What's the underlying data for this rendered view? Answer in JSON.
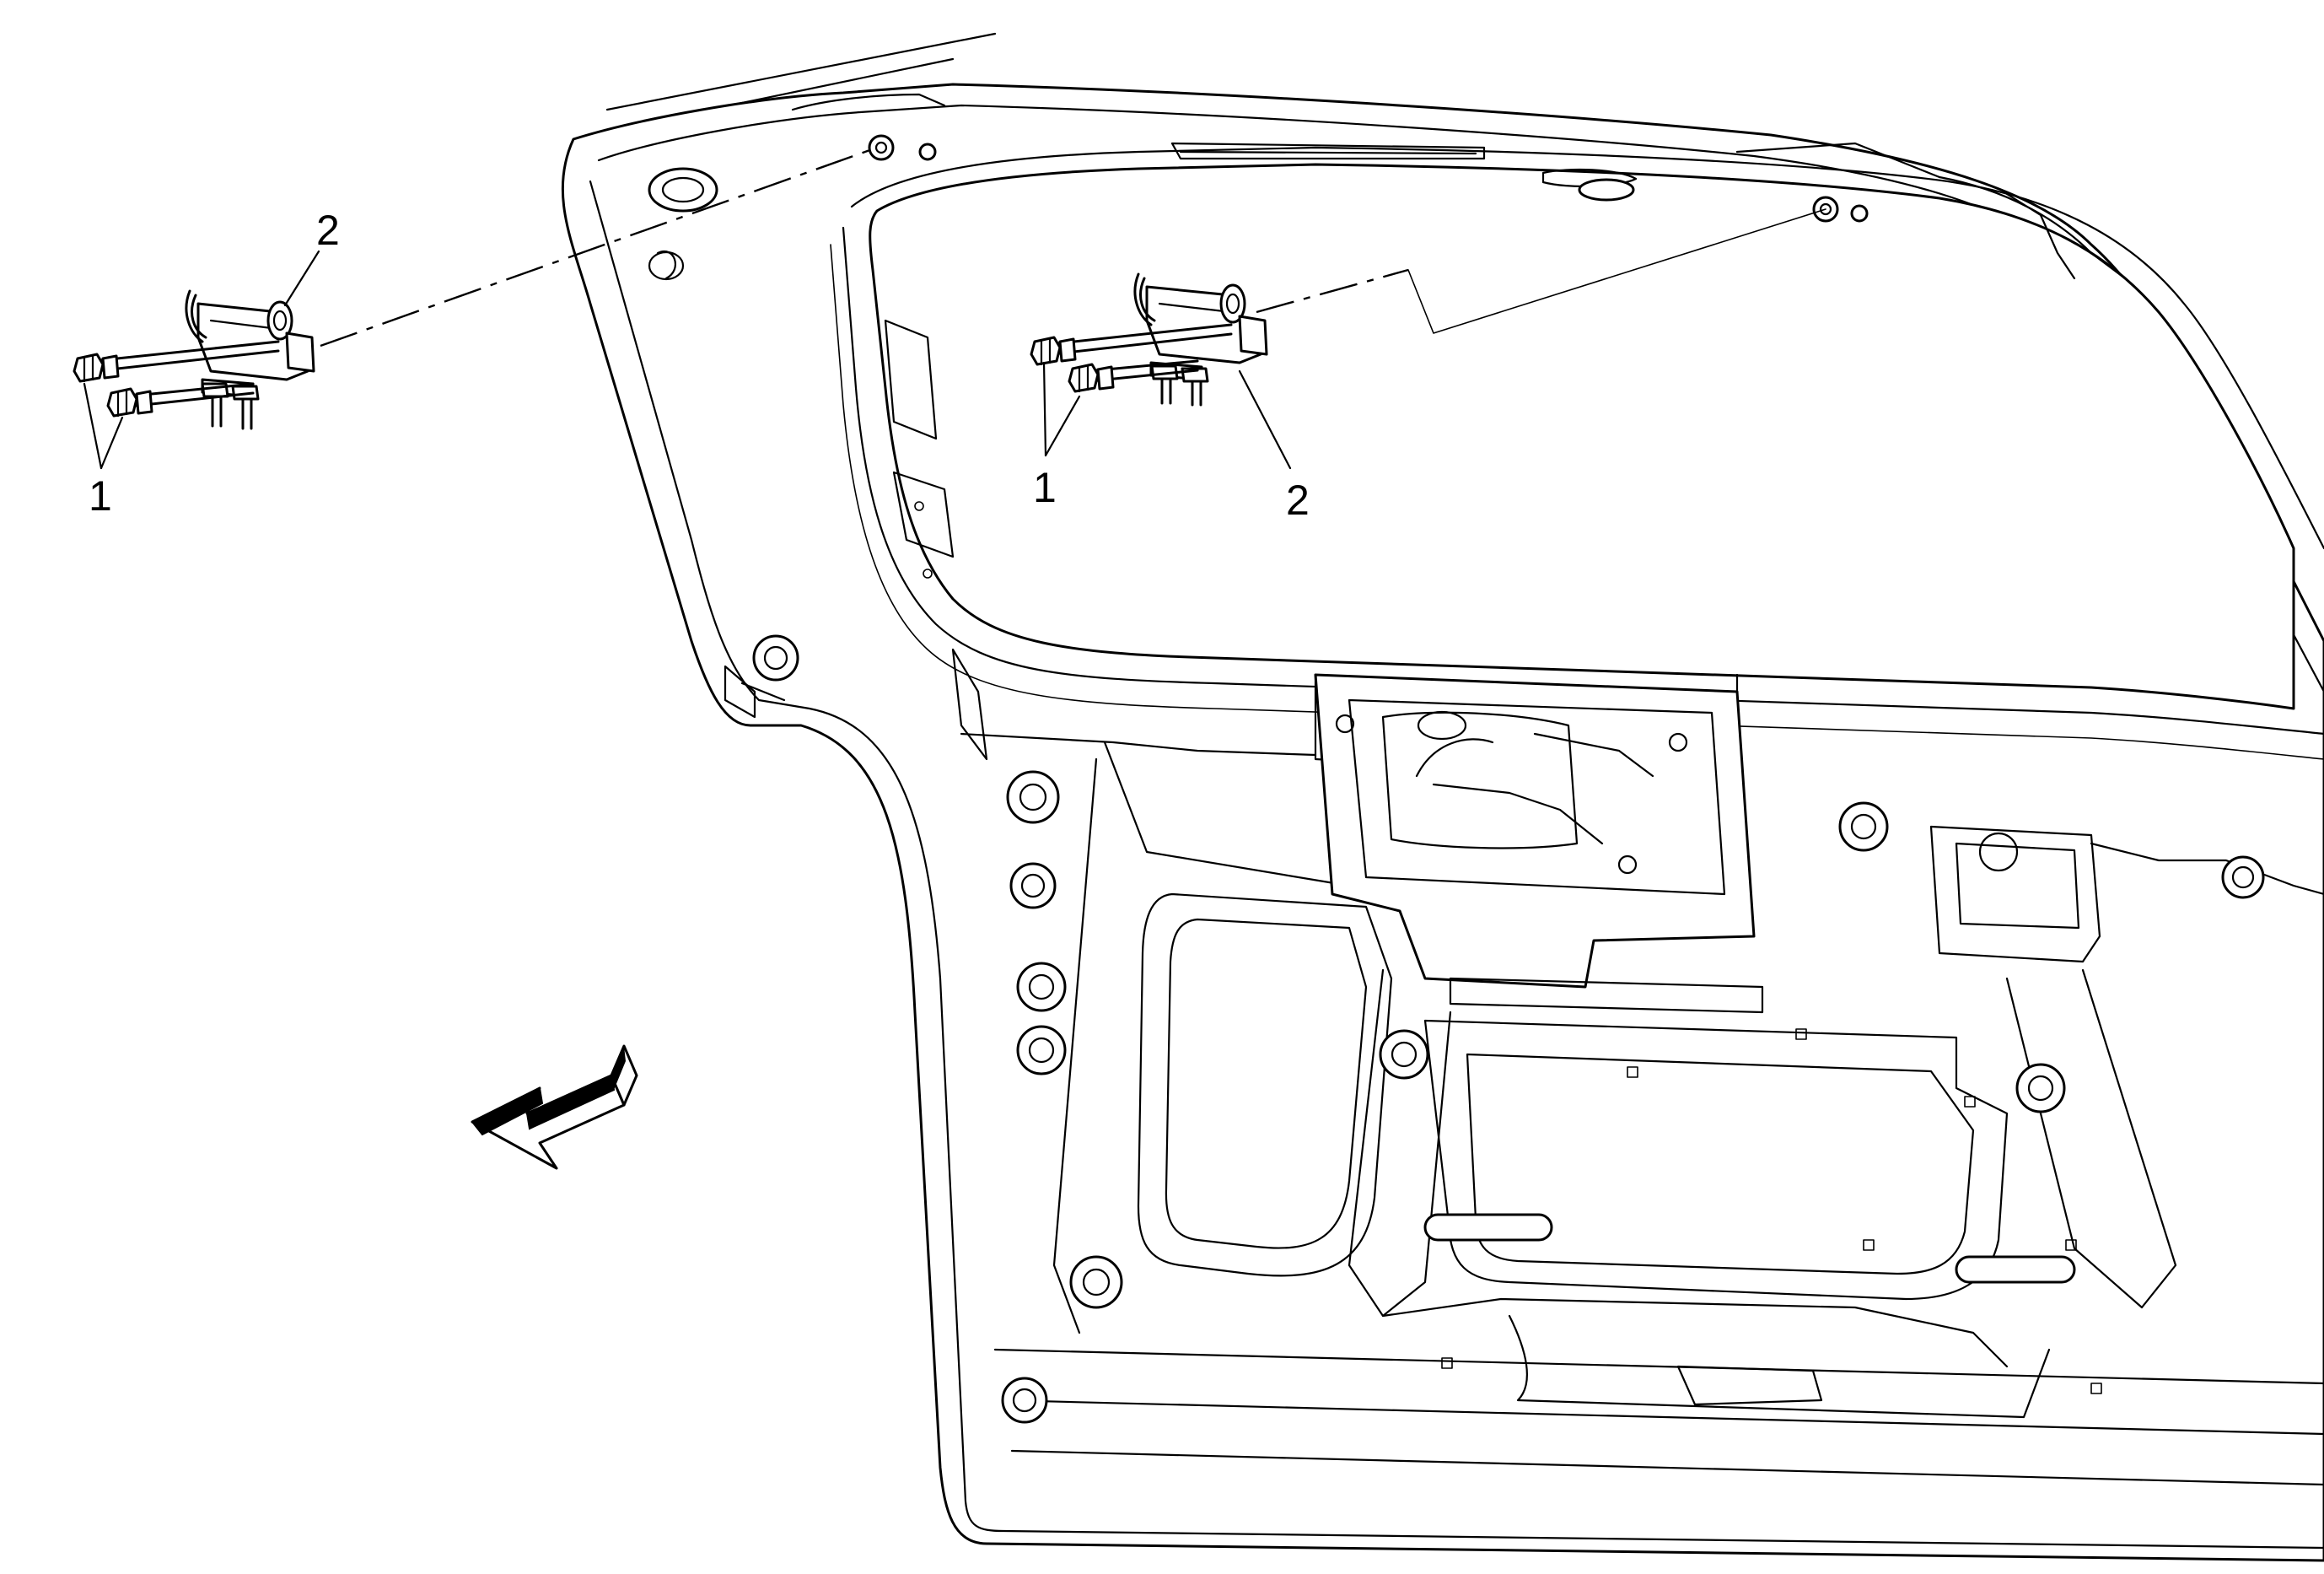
{
  "diagram": {
    "callouts": {
      "left_bolts": "1",
      "left_hinge": "2",
      "right_bolts": "1",
      "right_hinge": "2"
    },
    "icons": {
      "direction_arrow": "arrow-front-of-vehicle-icon",
      "hinge": "liftgate-hinge-icon",
      "bolt": "hinge-bolt-icon"
    }
  }
}
